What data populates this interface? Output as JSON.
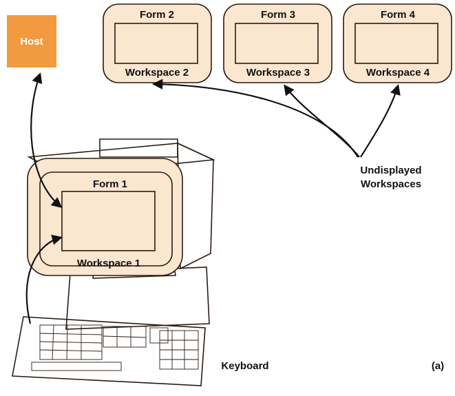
{
  "host": {
    "label": "Host"
  },
  "colors": {
    "host_box": "#f29a3f",
    "device_fill": "#fbe6d0",
    "outline": "#2a1a10"
  },
  "forms": [
    {
      "form_label": "Form 2",
      "workspace_label": "Workspace 2"
    },
    {
      "form_label": "Form 3",
      "workspace_label": "Workspace 3"
    },
    {
      "form_label": "Form 4",
      "workspace_label": "Workspace 4"
    }
  ],
  "terminal": {
    "form_label": "Form 1",
    "workspace_label": "Workspace 1"
  },
  "undisplayed": {
    "line1": "Undisplayed",
    "line2": "Workspaces"
  },
  "keyboard": {
    "label": "Keyboard"
  },
  "figure": {
    "label": "(a)"
  }
}
